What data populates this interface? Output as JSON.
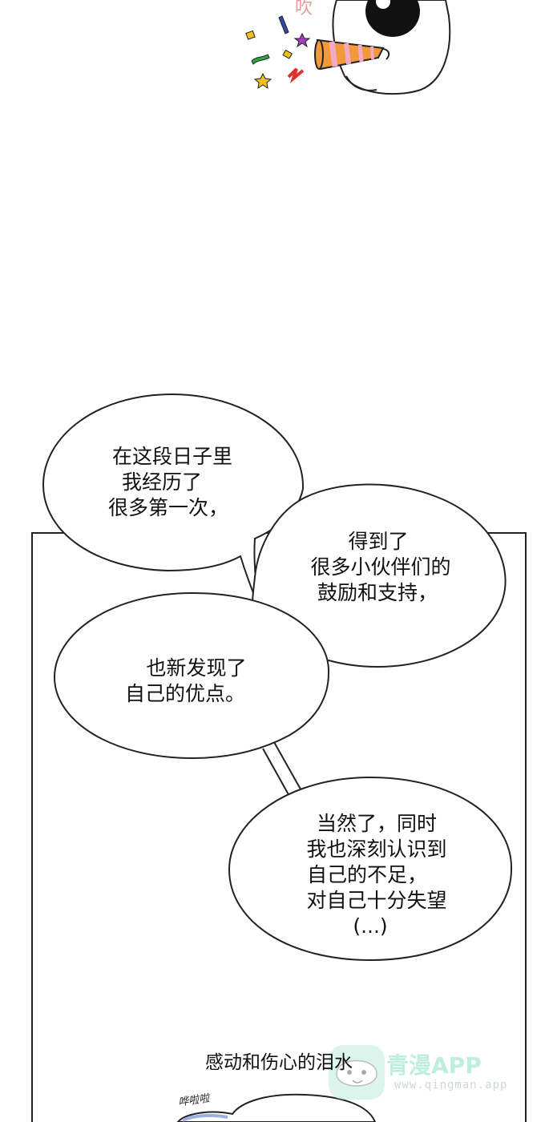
{
  "top_panel": {
    "partial_sfx": "吹"
  },
  "bubbles": [
    {
      "lines": [
        "在这段日子里",
        "我经历了",
        "很多第一次，"
      ]
    },
    {
      "lines": [
        "得到了",
        "很多小伙伴们的",
        "鼓励和支持，"
      ]
    },
    {
      "lines": [
        "也新发现了",
        "自己的优点。"
      ]
    },
    {
      "lines": [
        "当然了，同时",
        "我也深刻认识到",
        "自己的不足，",
        "对自己十分失望",
        "(...)"
      ]
    }
  ],
  "caption": "感动和伤心的泪水",
  "sfx": "哗啦啦",
  "watermark": {
    "title": "青漫APP",
    "url": "www.qingman.app"
  },
  "colors": {
    "confetti_yellow": "#f0c020",
    "confetti_blue": "#2a4ab0",
    "confetti_green": "#2aa840",
    "confetti_red": "#e03030",
    "confetti_purple": "#a040c0",
    "horn_orange": "#f29a3a",
    "horn_pink": "#f4a8c8",
    "watermark_green": "#bfeedd"
  }
}
